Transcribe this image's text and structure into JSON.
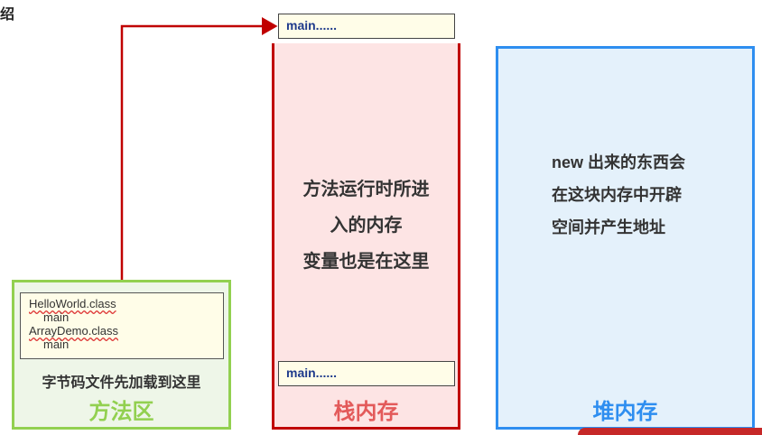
{
  "corner_char": "绍",
  "method_area": {
    "title": "方法区",
    "caption": "字节码文件先加载到这里",
    "classes": [
      {
        "name": "HelloWorld.class",
        "method": "main"
      },
      {
        "name": "ArrayDemo.class",
        "method": "main"
      }
    ]
  },
  "stack": {
    "title": "栈内存",
    "frame_top": "main......",
    "frame_bottom": "main......",
    "description": [
      "方法运行时所进",
      "入的内存",
      "变量也是在这里"
    ]
  },
  "heap": {
    "title": "堆内存",
    "description": [
      "new 出来的东西会",
      "在这块内存中开辟",
      "空间并产生地址"
    ]
  },
  "colors": {
    "method_area_border": "#92d050",
    "stack_border": "#c00000",
    "heap_border": "#2e8ef0",
    "arrow": "#c00000"
  }
}
